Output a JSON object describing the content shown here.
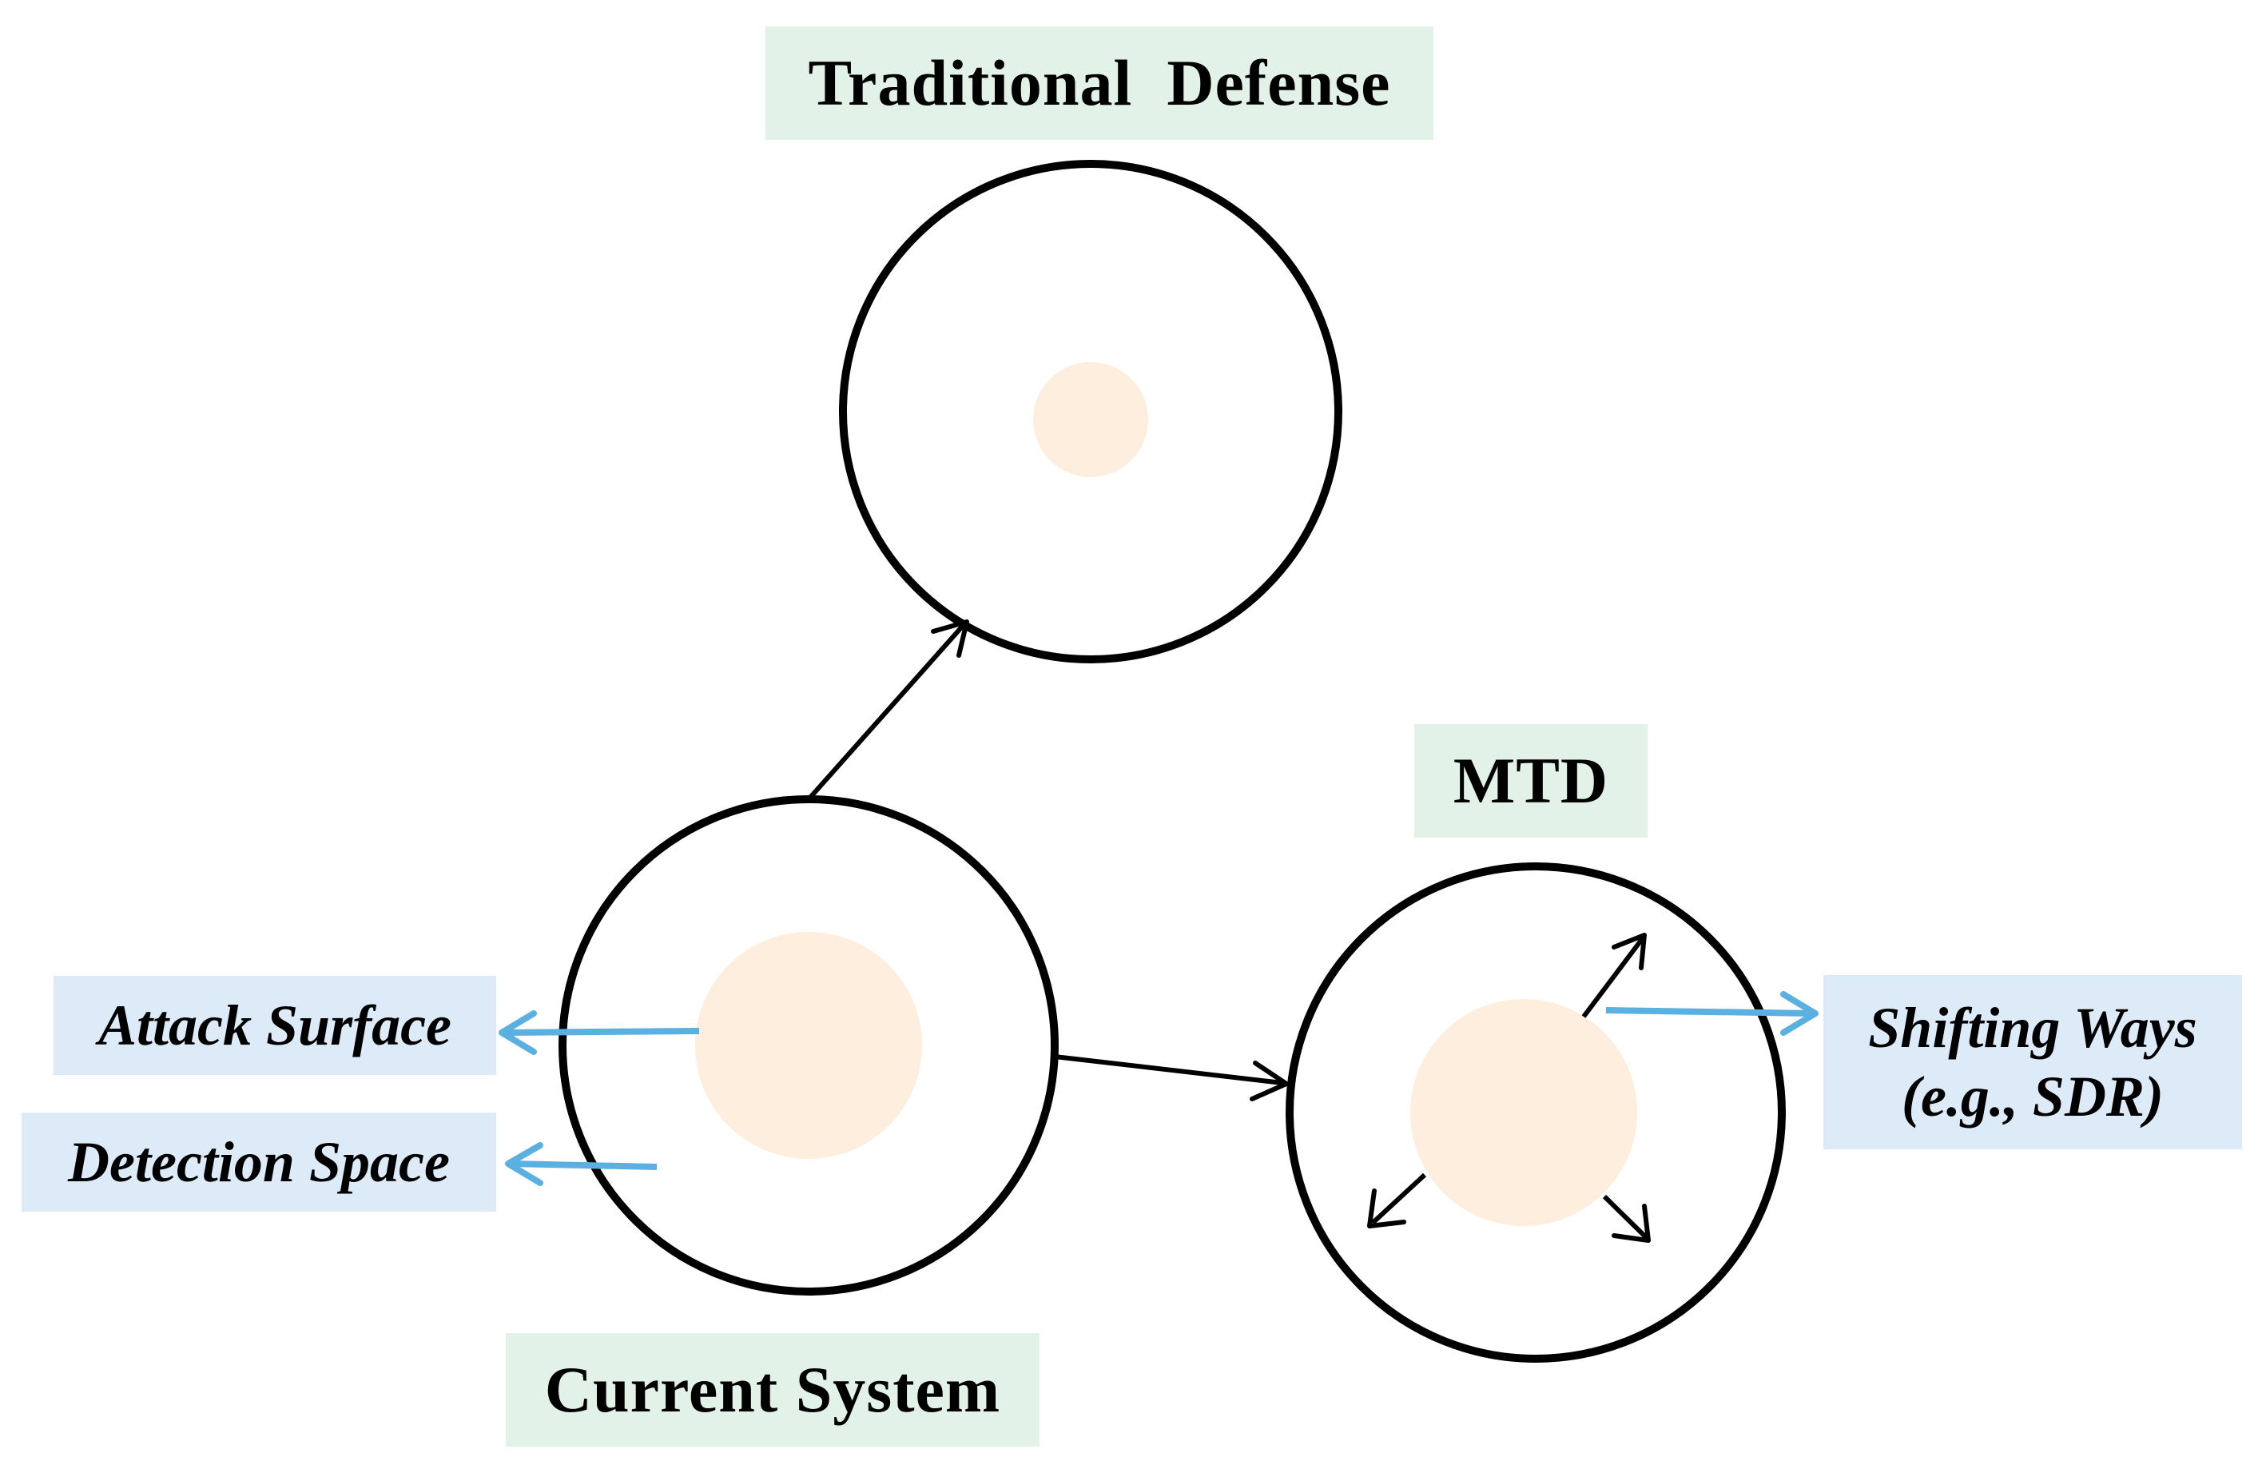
{
  "labels": {
    "traditional_defense": "Traditional  Defense",
    "mtd": "MTD",
    "current_system": "Current System",
    "attack_surface": "Attack Surface",
    "detection_space": "Detection Space",
    "shifting_ways_line1": "Shifting Ways",
    "shifting_ways_line2": "(e.g., SDR)"
  },
  "colors": {
    "green_label_bg": "#e2f2e8",
    "blue_label_bg": "#dcebf7",
    "attack_surface_fill": "#fdeedd",
    "circle_stroke": "#000000",
    "annotation_arrow": "#5ab0e0",
    "transition_arrow": "#000000"
  }
}
